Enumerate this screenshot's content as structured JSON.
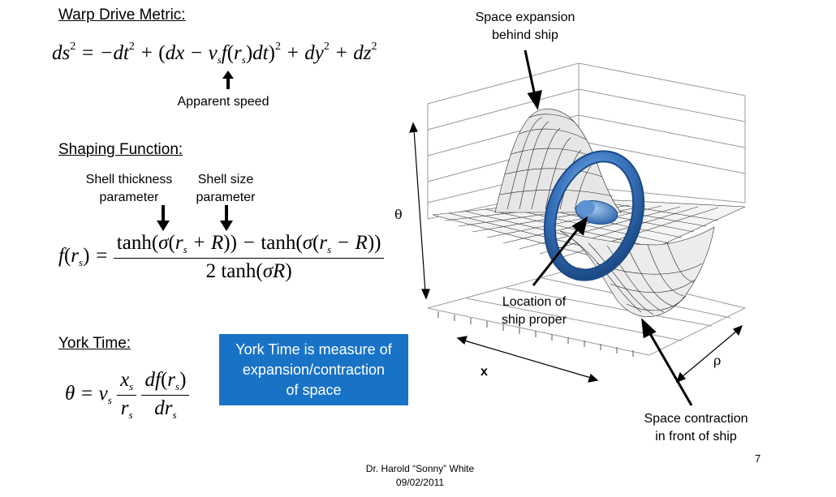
{
  "slide": {
    "warp": {
      "heading": "Warp Drive Metric:",
      "apparent_speed_label": "Apparent speed"
    },
    "shaping": {
      "heading": "Shaping Function:",
      "shell_thickness_label": [
        "Shell thickness",
        "parameter"
      ],
      "shell_size_label": [
        "Shell size",
        "parameter"
      ]
    },
    "york": {
      "heading": "York Time:",
      "box_text": [
        "York Time is measure of",
        "expansion/contraction",
        "of space"
      ]
    },
    "figure": {
      "expansion_label": [
        "Space expansion",
        "behind ship"
      ],
      "location_label": [
        "Location of",
        "ship proper"
      ],
      "contraction_label": [
        "Space contraction",
        "in front of ship"
      ],
      "axis_theta": "θ",
      "axis_x": "x",
      "axis_rho": "ρ"
    },
    "footer": {
      "author": "Dr. Harold “Sonny” White",
      "date": "09/02/2011",
      "page_number": "7"
    },
    "colors": {
      "box_background": "#1873c6",
      "ring": "#3c78c2"
    }
  }
}
